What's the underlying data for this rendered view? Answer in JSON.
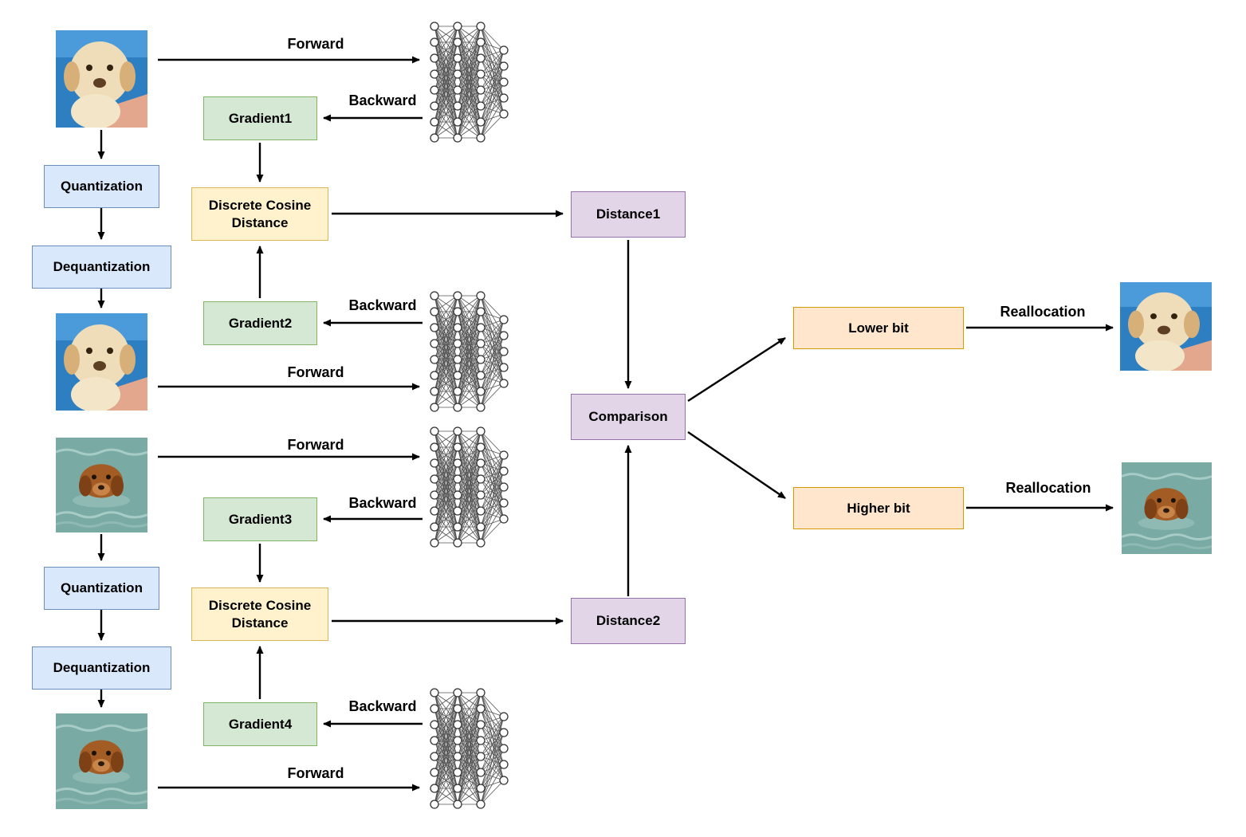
{
  "diagram_type": "flowchart",
  "nodes": {
    "quantization": "Quantization",
    "dequantization": "Dequantization",
    "gradient1": "Gradient1",
    "gradient2": "Gradient2",
    "gradient3": "Gradient3",
    "gradient4": "Gradient4",
    "discrete_cosine_distance": "Discrete Cosine Distance",
    "distance1": "Distance1",
    "distance2": "Distance2",
    "comparison": "Comparison",
    "lower_bit": "Lower bit",
    "higher_bit": "Higher bit"
  },
  "edge_labels": {
    "forward": "Forward",
    "backward": "Backward",
    "reallocation": "Reallocation"
  },
  "images": {
    "puppy_original": "golden-retriever-puppy-photo",
    "puppy_dequantized": "golden-retriever-puppy-photo-dequantized",
    "swimming_dog_original": "swimming-dog-photo",
    "swimming_dog_dequantized": "swimming-dog-photo-dequantized",
    "puppy_reallocated": "golden-retriever-puppy-photo-output",
    "swimming_dog_reallocated": "swimming-dog-photo-output"
  },
  "icons": {
    "neural_network": "neural-network-icon"
  },
  "colors": {
    "quantization_fill": "#dae8fc",
    "quantization_border": "#6c8ebf",
    "gradient_fill": "#d5e8d4",
    "gradient_border": "#82b366",
    "dcd_fill": "#fff2cc",
    "dcd_border": "#d6b656",
    "distance_fill": "#e1d5e7",
    "distance_border": "#9673a6",
    "bit_fill": "#ffe6cc",
    "bit_border": "#d79b00",
    "arrow": "#000000"
  }
}
